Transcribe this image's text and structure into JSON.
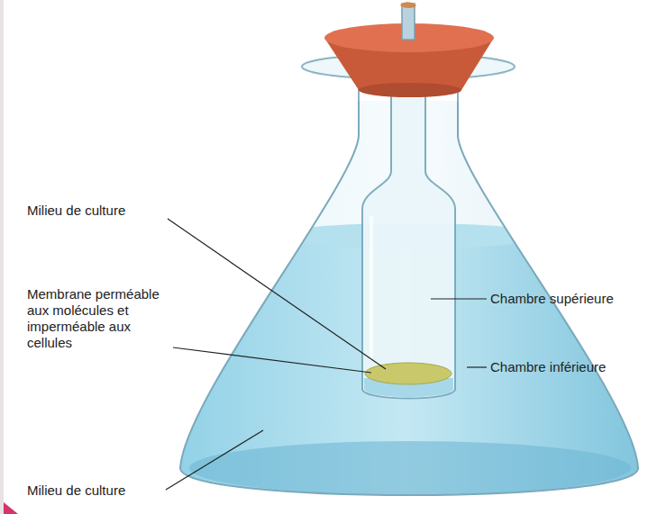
{
  "diagram": {
    "labels": [
      "Milieu de culture",
      "Membrane perméable aux molécules et imperméable aux cellules",
      "Chambre supérieure",
      "Chambre inférieure",
      "Milieu de culture"
    ]
  }
}
